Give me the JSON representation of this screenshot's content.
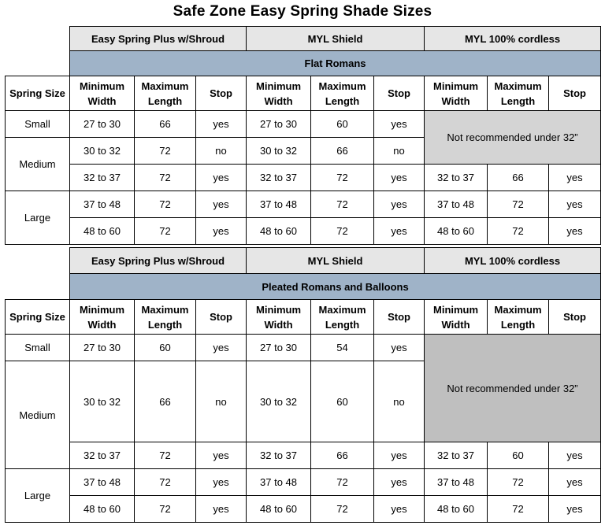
{
  "title": "Safe Zone Easy Spring Shade Sizes",
  "groups": [
    "Easy Spring Plus w/Shroud",
    "MYL Shield",
    "MYL 100% cordless"
  ],
  "headers": {
    "spring_size": "Spring Size",
    "min_width": [
      "Minimum",
      "Width"
    ],
    "max_length": [
      "Maximum",
      "Length"
    ],
    "stop": "Stop"
  },
  "sizes": {
    "small": "Small",
    "medium": "Medium",
    "large": "Large"
  },
  "na_text": "Not recommended under 32”",
  "section1": {
    "title": "Flat Romans",
    "rows": [
      [
        "27 to 30",
        "66",
        "yes",
        "27 to 30",
        "60",
        "yes"
      ],
      [
        "30 to 32",
        "72",
        "no",
        "30 to 32",
        "66",
        "no"
      ],
      [
        "32 to 37",
        "72",
        "yes",
        "32 to 37",
        "72",
        "yes",
        "32 to 37",
        "66",
        "yes"
      ],
      [
        "37 to 48",
        "72",
        "yes",
        "37 to 48",
        "72",
        "yes",
        "37 to 48",
        "72",
        "yes"
      ],
      [
        "48 to 60",
        "72",
        "yes",
        "48 to 60",
        "72",
        "yes",
        "48 to 60",
        "72",
        "yes"
      ]
    ]
  },
  "section2": {
    "title": "Pleated Romans and Balloons",
    "rows": [
      [
        "27 to 30",
        "60",
        "yes",
        "27 to 30",
        "54",
        "yes"
      ],
      [
        "30 to 32",
        "66",
        "no",
        "30 to 32",
        "60",
        "no"
      ],
      [
        "32 to 37",
        "72",
        "yes",
        "32 to 37",
        "66",
        "yes",
        "32 to 37",
        "60",
        "yes"
      ],
      [
        "37 to 48",
        "72",
        "yes",
        "37 to 48",
        "72",
        "yes",
        "37 to 48",
        "72",
        "yes"
      ],
      [
        "48 to 60",
        "72",
        "yes",
        "48 to 60",
        "72",
        "yes",
        "48 to 60",
        "72",
        "yes"
      ]
    ]
  }
}
